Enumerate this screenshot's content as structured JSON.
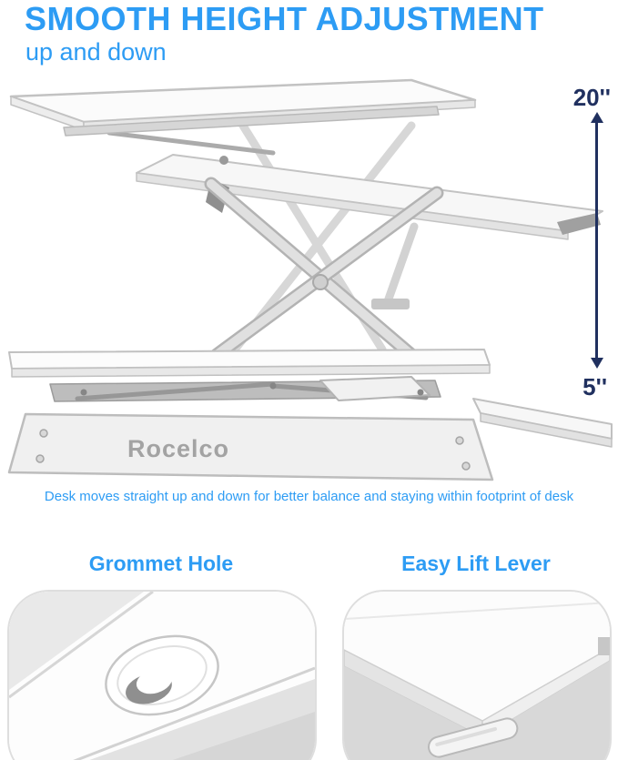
{
  "header": {
    "title": "SMOOTH HEIGHT ADJUSTMENT",
    "subtitle": "up and down"
  },
  "measurement": {
    "top": "20''",
    "bottom": "5''"
  },
  "illustration": {
    "brand": "Rocelco",
    "description": "scissor-lift standing desk converter shown raised"
  },
  "caption": "Desk moves straight up and down for better balance and staying within footprint of desk",
  "features": [
    {
      "label": "Grommet Hole"
    },
    {
      "label": "Easy Lift Lever"
    }
  ],
  "colors": {
    "accent_blue": "#2d9cf4",
    "measure_navy": "#20305f",
    "illustration_gray": "#c2c2c2",
    "brand_gray": "#a3a3a3"
  }
}
